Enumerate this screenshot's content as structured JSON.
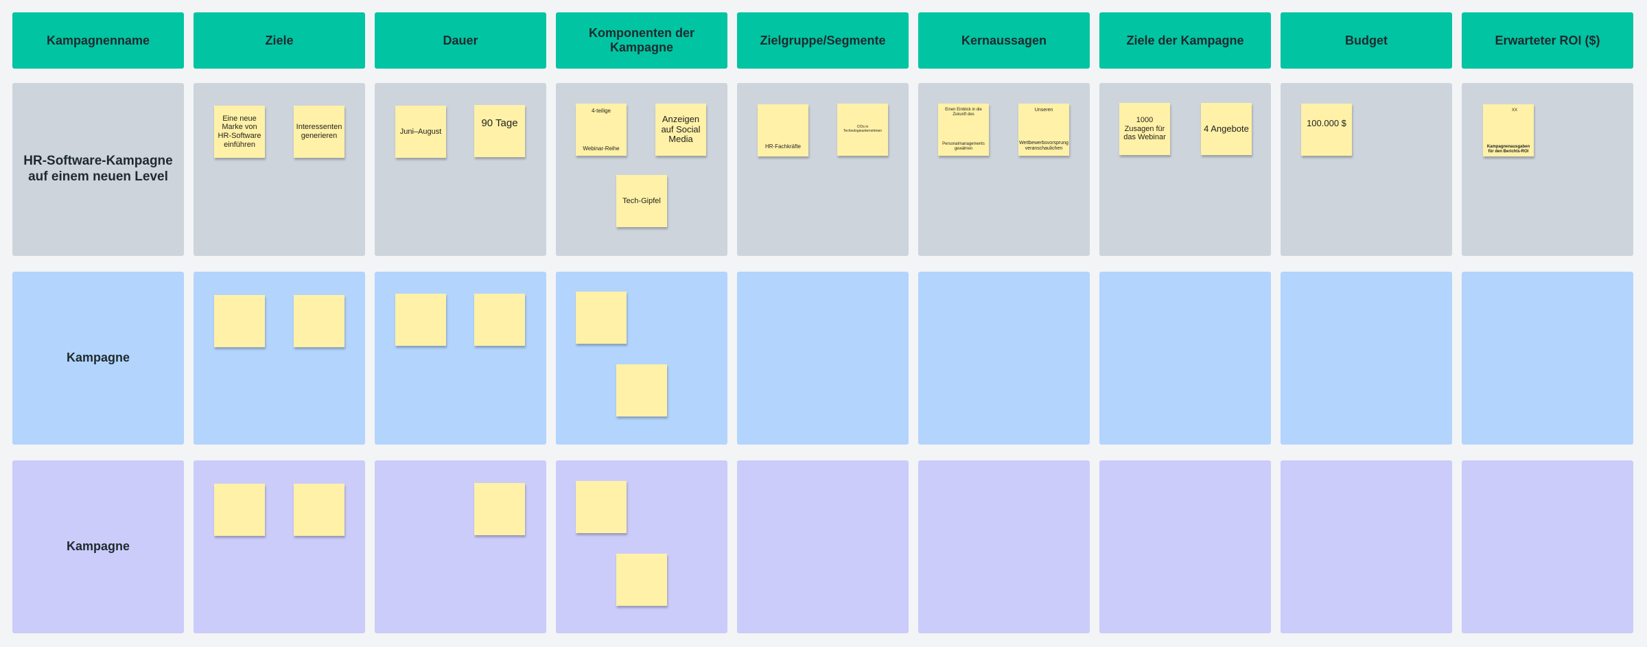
{
  "headers": [
    "Kampagnenname",
    "Ziele",
    "Dauer",
    "Komponenten der Kampagne",
    "Zielgruppe/Segmente",
    "Kernaussagen",
    "Ziele der Kampagne",
    "Budget",
    "Erwarteter ROI ($)"
  ],
  "rows": [
    {
      "name": "HR-Software-Kampagne auf einem neuen Level",
      "notes": {
        "ziele_1": "Eine neue Marke von HR-Software einführen",
        "ziele_2": "Interessenten generieren",
        "dauer_1": "Juni–August",
        "dauer_2": "90 Tage",
        "komp_1_top": "4-teilige",
        "komp_1_bottom": "Webinar-Reihe",
        "komp_2": "Anzeigen auf Social Media",
        "komp_3": "Tech-Gipfel",
        "ziel_1": "HR-Fachkräfte",
        "ziel_2": "CIOs in Technologieunternehmen",
        "kern_1_top": "Einen Einblick in die Zukunft des",
        "kern_1_bottom": "Personalmanagements gewähren",
        "kern_2_top": "Unseren",
        "kern_2_bottom": "Wettbewerbsvorsprung veranschaulichen",
        "kamp_1": "1000 Zusagen für das Webinar",
        "kamp_2": "4 Angebote",
        "budget_1": "100.000 $",
        "roi_1_top": "XX",
        "roi_1_bottom": "Kampagnenausgaben für den Berichts-ROI"
      }
    },
    {
      "name": "Kampagne"
    },
    {
      "name": "Kampagne"
    }
  ]
}
